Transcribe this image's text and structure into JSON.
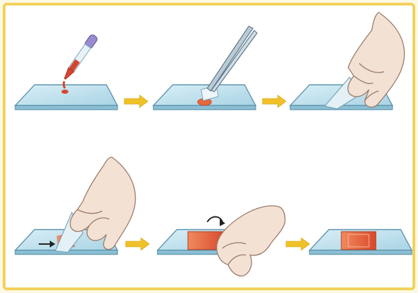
{
  "figure": {
    "description_visible_text": "",
    "steps": [
      {
        "id": 1,
        "name": "dropper-drops-sample"
      },
      {
        "id": 2,
        "name": "forceps-holds-cover-slip-at-drop"
      },
      {
        "id": 3,
        "name": "hand-lowers-spreader-slide"
      },
      {
        "id": 4,
        "name": "hand-pushes-spreader-across-slide"
      },
      {
        "id": 5,
        "name": "hand-covers-smear"
      },
      {
        "id": 6,
        "name": "finished-mounted-slide"
      }
    ],
    "arrows_count": 4
  },
  "colors": {
    "frame": "#f2d15a",
    "background": "#fdf8e4",
    "panel": "#ffffff",
    "slide_fill": "#c5e3ef",
    "slide_edge": "#5e95ad",
    "sample_red": "#d64530",
    "smear_orange": "#e8673b",
    "arrow_yellow": "#f0c22a",
    "skin": "#f3e1d3",
    "skin_line": "#9a7a68",
    "dropper_purple": "#9a8bd0",
    "forceps": "#b9cbd6"
  }
}
